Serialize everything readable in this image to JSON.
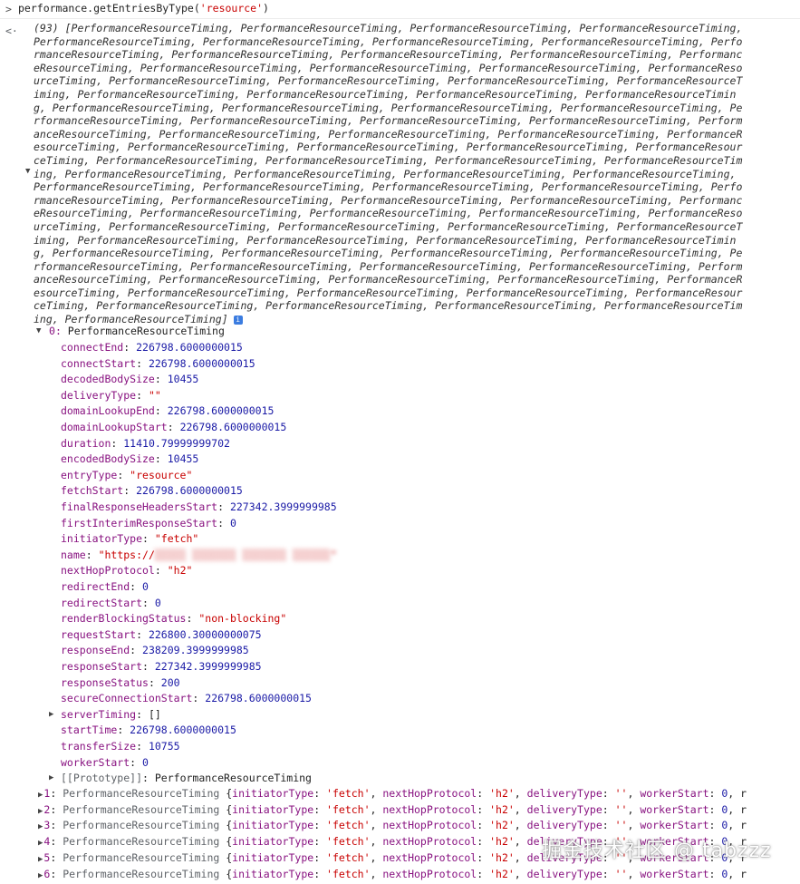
{
  "console": {
    "input": {
      "prompt": ">",
      "command_prefix": "performance.getEntriesByType(",
      "command_arg": "'resource'",
      "command_suffix": ")"
    },
    "result_arrow": "<·",
    "summary_lines": [
      "(93) [PerformanceResourceTiming, PerformanceResourceTiming, PerformanceResourceTiming, PerformanceResourceTiming,",
      "PerformanceResourceTiming, PerformanceResourceTiming, PerformanceResourceTiming, PerformanceResourceTiming, Perfo",
      "rmanceResourceTiming, PerformanceResourceTiming, PerformanceResourceTiming, PerformanceResourceTiming, Performanc",
      "eResourceTiming, PerformanceResourceTiming, PerformanceResourceTiming, PerformanceResourceTiming, PerformanceReso",
      "urceTiming, PerformanceResourceTiming, PerformanceResourceTiming, PerformanceResourceTiming, PerformanceResourceT",
      "iming, PerformanceResourceTiming, PerformanceResourceTiming, PerformanceResourceTiming, PerformanceResourceTimin",
      "g, PerformanceResourceTiming, PerformanceResourceTiming, PerformanceResourceTiming, PerformanceResourceTiming, Pe",
      "rformanceResourceTiming, PerformanceResourceTiming, PerformanceResourceTiming, PerformanceResourceTiming, Perform",
      "anceResourceTiming, PerformanceResourceTiming, PerformanceResourceTiming, PerformanceResourceTiming, PerformanceR",
      "esourceTiming, PerformanceResourceTiming, PerformanceResourceTiming, PerformanceResourceTiming, PerformanceResour",
      "ceTiming, PerformanceResourceTiming, PerformanceResourceTiming, PerformanceResourceTiming, PerformanceResourceTim",
      "ing, PerformanceResourceTiming, PerformanceResourceTiming, PerformanceResourceTiming, PerformanceResourceTiming,",
      "PerformanceResourceTiming, PerformanceResourceTiming, PerformanceResourceTiming, PerformanceResourceTiming, Perfo",
      "rmanceResourceTiming, PerformanceResourceTiming, PerformanceResourceTiming, PerformanceResourceTiming, Performanc",
      "eResourceTiming, PerformanceResourceTiming, PerformanceResourceTiming, PerformanceResourceTiming, PerformanceReso",
      "urceTiming, PerformanceResourceTiming, PerformanceResourceTiming, PerformanceResourceTiming, PerformanceResourceT",
      "iming, PerformanceResourceTiming, PerformanceResourceTiming, PerformanceResourceTiming, PerformanceResourceTimin",
      "g, PerformanceResourceTiming, PerformanceResourceTiming, PerformanceResourceTiming, PerformanceResourceTiming, Pe",
      "rformanceResourceTiming, PerformanceResourceTiming, PerformanceResourceTiming, PerformanceResourceTiming, Perform",
      "anceResourceTiming, PerformanceResourceTiming, PerformanceResourceTiming, PerformanceResourceTiming, PerformanceR",
      "esourceTiming, PerformanceResourceTiming, PerformanceResourceTiming, PerformanceResourceTiming, PerformanceResour",
      "ceTiming, PerformanceResourceTiming, PerformanceResourceTiming, PerformanceResourceTiming, PerformanceResourceTim",
      "ing, PerformanceResourceTiming]"
    ],
    "item0": {
      "index": "0",
      "type": "PerformanceResourceTiming"
    },
    "properties": [
      {
        "key": "connectEnd",
        "value": "226798.6000000015",
        "kind": "num"
      },
      {
        "key": "connectStart",
        "value": "226798.6000000015",
        "kind": "num"
      },
      {
        "key": "decodedBodySize",
        "value": "10455",
        "kind": "num"
      },
      {
        "key": "deliveryType",
        "value": "\"\"",
        "kind": "str"
      },
      {
        "key": "domainLookupEnd",
        "value": "226798.6000000015",
        "kind": "num"
      },
      {
        "key": "domainLookupStart",
        "value": "226798.6000000015",
        "kind": "num"
      },
      {
        "key": "duration",
        "value": "11410.79999999702",
        "kind": "num"
      },
      {
        "key": "encodedBodySize",
        "value": "10455",
        "kind": "num"
      },
      {
        "key": "entryType",
        "value": "\"resource\"",
        "kind": "str"
      },
      {
        "key": "fetchStart",
        "value": "226798.6000000015",
        "kind": "num"
      },
      {
        "key": "finalResponseHeadersStart",
        "value": "227342.3999999985",
        "kind": "num"
      },
      {
        "key": "firstInterimResponseStart",
        "value": "0",
        "kind": "num"
      },
      {
        "key": "initiatorType",
        "value": "\"fetch\"",
        "kind": "str"
      },
      {
        "key": "name",
        "value": "\"https://",
        "kind": "url"
      },
      {
        "key": "nextHopProtocol",
        "value": "\"h2\"",
        "kind": "str"
      },
      {
        "key": "redirectEnd",
        "value": "0",
        "kind": "num"
      },
      {
        "key": "redirectStart",
        "value": "0",
        "kind": "num"
      },
      {
        "key": "renderBlockingStatus",
        "value": "\"non-blocking\"",
        "kind": "str"
      },
      {
        "key": "requestStart",
        "value": "226800.30000000075",
        "kind": "num"
      },
      {
        "key": "responseEnd",
        "value": "238209.3999999985",
        "kind": "num"
      },
      {
        "key": "responseStart",
        "value": "227342.3999999985",
        "kind": "num"
      },
      {
        "key": "responseStatus",
        "value": "200",
        "kind": "num"
      },
      {
        "key": "secureConnectionStart",
        "value": "226798.6000000015",
        "kind": "num"
      },
      {
        "key": "serverTiming",
        "value": "[]",
        "kind": "plain",
        "expandable": true
      },
      {
        "key": "startTime",
        "value": "226798.6000000015",
        "kind": "num"
      },
      {
        "key": "transferSize",
        "value": "10755",
        "kind": "num"
      },
      {
        "key": "workerStart",
        "value": "0",
        "kind": "num"
      },
      {
        "key": "[[Prototype]]",
        "value": "PerformanceResourceTiming",
        "kind": "plain",
        "expandable": true,
        "dimKey": true
      }
    ],
    "entries": [
      {
        "index": "1",
        "delivery": "''"
      },
      {
        "index": "2",
        "delivery": "''"
      },
      {
        "index": "3",
        "delivery": "''"
      },
      {
        "index": "4",
        "delivery": "''"
      },
      {
        "index": "5",
        "delivery": "''"
      },
      {
        "index": "6",
        "delivery": "''"
      }
    ],
    "entry_preview": {
      "type": "PerformanceResourceTiming",
      "initiator": "'fetch'",
      "protocol": "'h2'",
      "worker": "0"
    },
    "watermark": "掘金技术社区 @ tabzzz"
  }
}
